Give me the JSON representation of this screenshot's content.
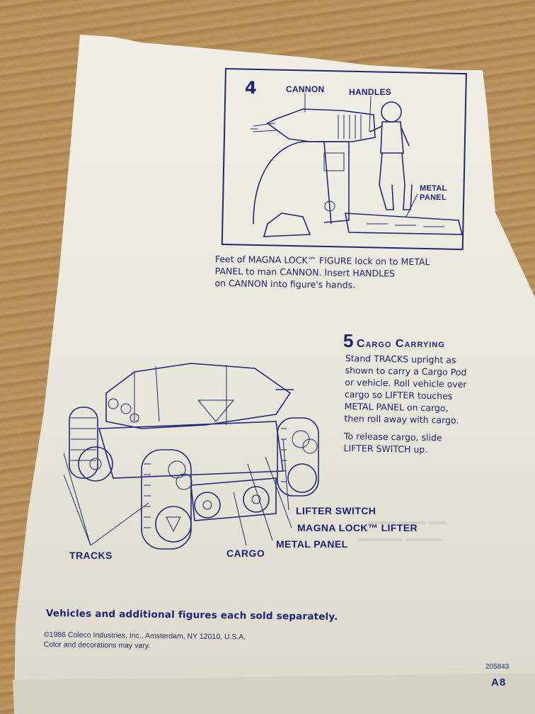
{
  "document": {
    "type": "instruction sheet",
    "colors": {
      "ink": "#1d2375",
      "paper": "#eceadf",
      "table": "#b48c57"
    }
  },
  "step4": {
    "number": "4",
    "labels": {
      "cannon": "CANNON",
      "handles": "HANDLES",
      "metal_panel_line1": "METAL",
      "metal_panel_line2": "PANEL"
    },
    "caption_lines": [
      "Feet of MAGNA LOCK™  FIGURE lock on to METAL",
      "PANEL to man CANNON. Insert HANDLES",
      "on CANNON into figure's hands."
    ]
  },
  "step5": {
    "number": "5",
    "title": "Cargo Carrying",
    "instructions_lines": [
      "Stand TRACKS upright as",
      "shown to carry a Cargo Pod",
      "or vehicle. Roll vehicle over",
      "cargo so LIFTER touches",
      "METAL PANEL on cargo,",
      "then roll away with cargo."
    ],
    "release_lines": [
      "To release cargo,  slide",
      "LIFTER SWITCH up."
    ],
    "labels": {
      "lifter_switch": "LIFTER SWITCH",
      "magna_lock_lifter": "MAGNA LOCK™ LIFTER",
      "metal_panel": "METAL PANEL",
      "cargo": "CARGO",
      "tracks": "TRACKS"
    }
  },
  "footer": {
    "sold_separately": "Vehicles and additional figures each sold separately.",
    "copyright": "©1986 Coleco Industries, Inc., Amsterdam, NY 12010, U.S.A.",
    "disclaimer": "Color and decorations may vary.",
    "part_number": "205843",
    "page_id": "A8"
  }
}
